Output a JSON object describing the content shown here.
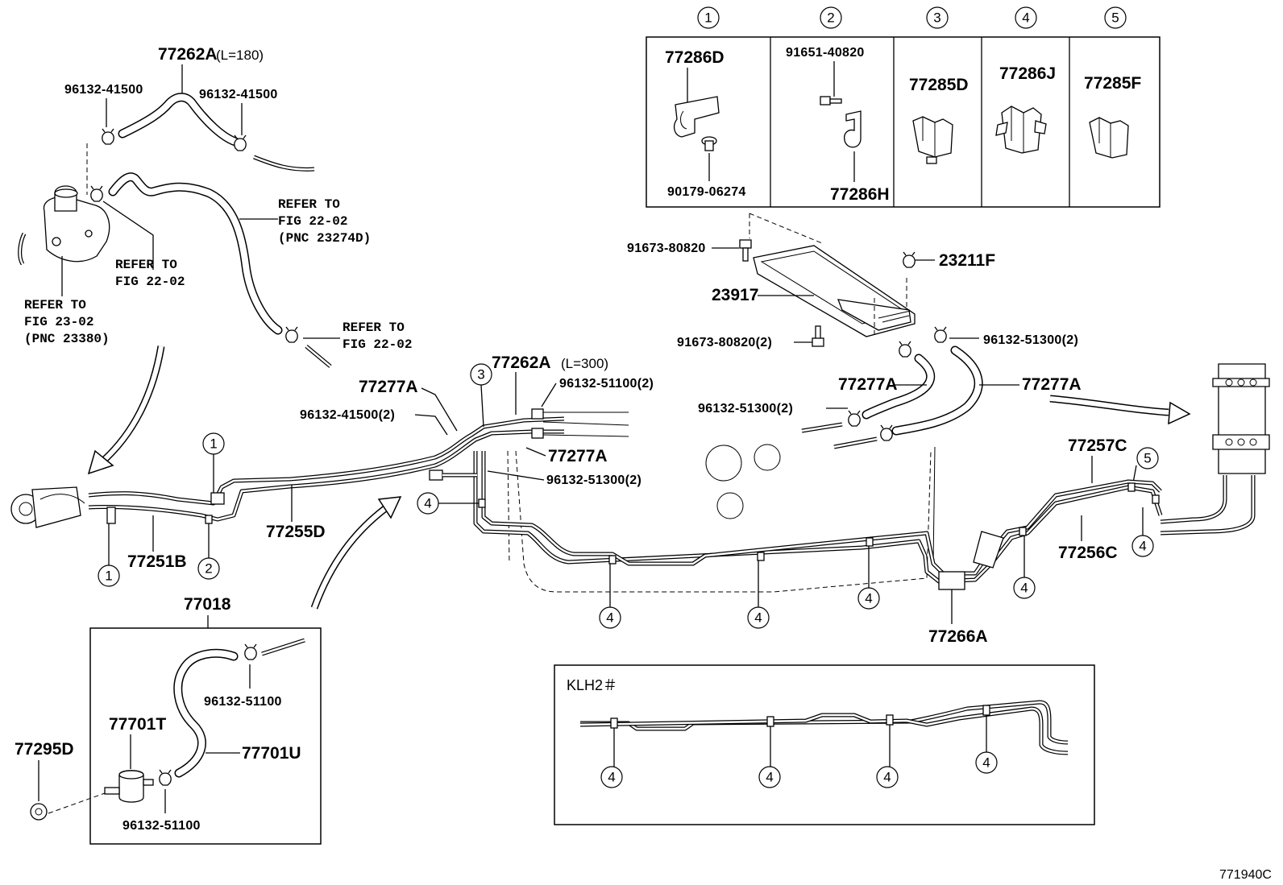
{
  "diagram_code": "771940C",
  "model_note": "KLH2＃",
  "header_numbers": [
    "1",
    "2",
    "3",
    "4",
    "5"
  ],
  "clip_parts": {
    "c1_top": "77286D",
    "c1_bottom": "90179-06274",
    "c2_top": "91651-40820",
    "c2_bottom": "77286H",
    "c3": "77285D",
    "c4": "77286J",
    "c5": "77285F"
  },
  "labels": {
    "hose_top": "77262A",
    "hose_top_len": "(L=180)",
    "clamp_left": "96132-41500",
    "clamp_right": "96132-41500",
    "refer_22_02_pnc_1": "REFER TO",
    "refer_22_02_pnc_2": "FIG 22-02",
    "refer_22_02_pnc_3": "(PNC 23274D)",
    "refer_22_02_a_1": "REFER TO",
    "refer_22_02_a_2": "FIG 22-02",
    "refer_23_02_1": "REFER TO",
    "refer_23_02_2": "FIG 23-02",
    "refer_23_02_3": "(PNC 23380)",
    "refer_22_02_b_1": "REFER TO",
    "refer_22_02_b_2": "FIG 22-02",
    "p_91673_top": "91673-80820",
    "p_23211F": "23211F",
    "p_23917": "23917",
    "p_91673_bottom": "91673-80820(2)",
    "p_96132_51300_right": "96132-51300(2)",
    "p_77277A_mid": "77277A",
    "p_77277A_right": "77277A",
    "p_96132_51300_mid": "96132-51300(2)",
    "p_77262A_center": "77262A",
    "p_77262A_center_len": "(L=300)",
    "p_96132_51100_2": "96132-51100(2)",
    "p_77277A_left": "77277A",
    "p_96132_41500_2": "96132-41500(2)",
    "p_77277A_lower": "77277A",
    "p_96132_51300_lower": "96132-51300(2)",
    "p_77255D": "77255D",
    "p_77251B": "77251B",
    "p_77257C": "77257C",
    "p_77256C": "77256C",
    "p_77266A": "77266A",
    "p_77018": "77018",
    "p_96132_51100_top": "96132-51100",
    "p_77701T": "77701T",
    "p_77701U": "77701U",
    "p_96132_51100_bottom": "96132-51100",
    "p_77295D": "77295D"
  },
  "callouts": {
    "c1": "1",
    "c2": "2",
    "c3": "3",
    "c4": "4",
    "c5": "5"
  }
}
